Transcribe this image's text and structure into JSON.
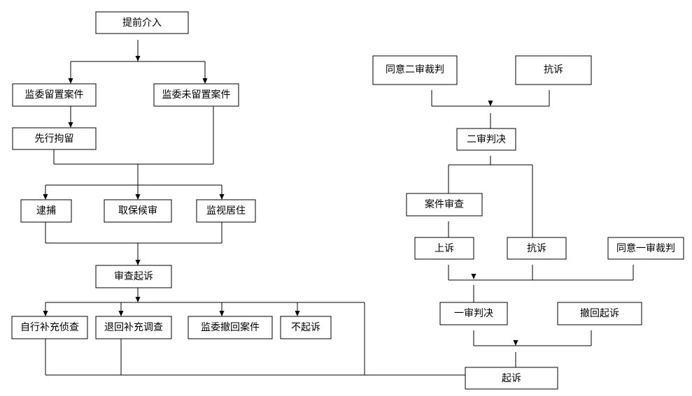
{
  "colors": {
    "background": "#ffffff",
    "stroke": "#000000",
    "text": "#000000"
  },
  "nodes": {
    "intervention": "提前介入",
    "detained_case": "监委留置案件",
    "non_detained_case": "监委未留置案件",
    "pre_detention": "先行拘留",
    "arrest": "逮捕",
    "bail": "取保候审",
    "residential_surveillance": "监视居住",
    "review_prosecution": "审查起诉",
    "self_supplementary_investigation": "自行补充侦查",
    "return_supplementary_investigation": "退回补充调查",
    "withdraw_case": "监委撤回案件",
    "no_prosecution": "不起诉",
    "prosecution": "起诉",
    "first_instance_judgment": "一审判决",
    "withdraw_prosecution": "撤回起诉",
    "appeal": "上诉",
    "protest_first": "抗诉",
    "agree_first_judgment": "同意一审裁判",
    "case_review": "案件审查",
    "second_instance_judgment": "二审判决",
    "agree_second_judgment": "同意二审裁判",
    "protest_second": "抗诉"
  }
}
